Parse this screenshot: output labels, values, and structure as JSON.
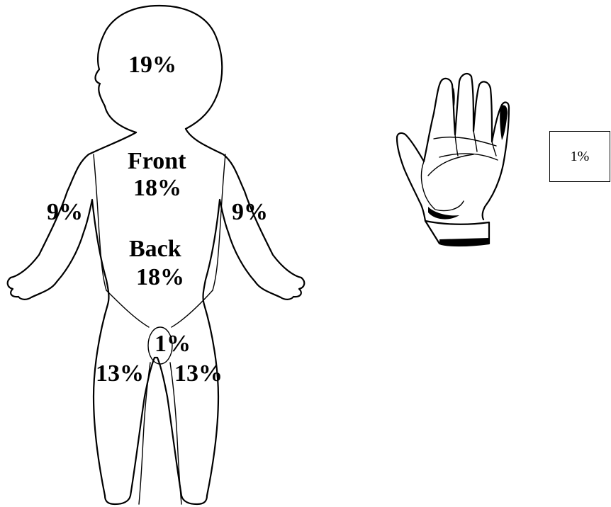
{
  "figure": {
    "regions": {
      "head": "19%",
      "front_label": "Front",
      "front_value": "18%",
      "back_label": "Back",
      "back_value": "18%",
      "left_arm": "9%",
      "right_arm": "9%",
      "genitals": "1%",
      "left_leg": "13%",
      "right_leg": "13%"
    }
  },
  "hand": {
    "value": "1%"
  }
}
